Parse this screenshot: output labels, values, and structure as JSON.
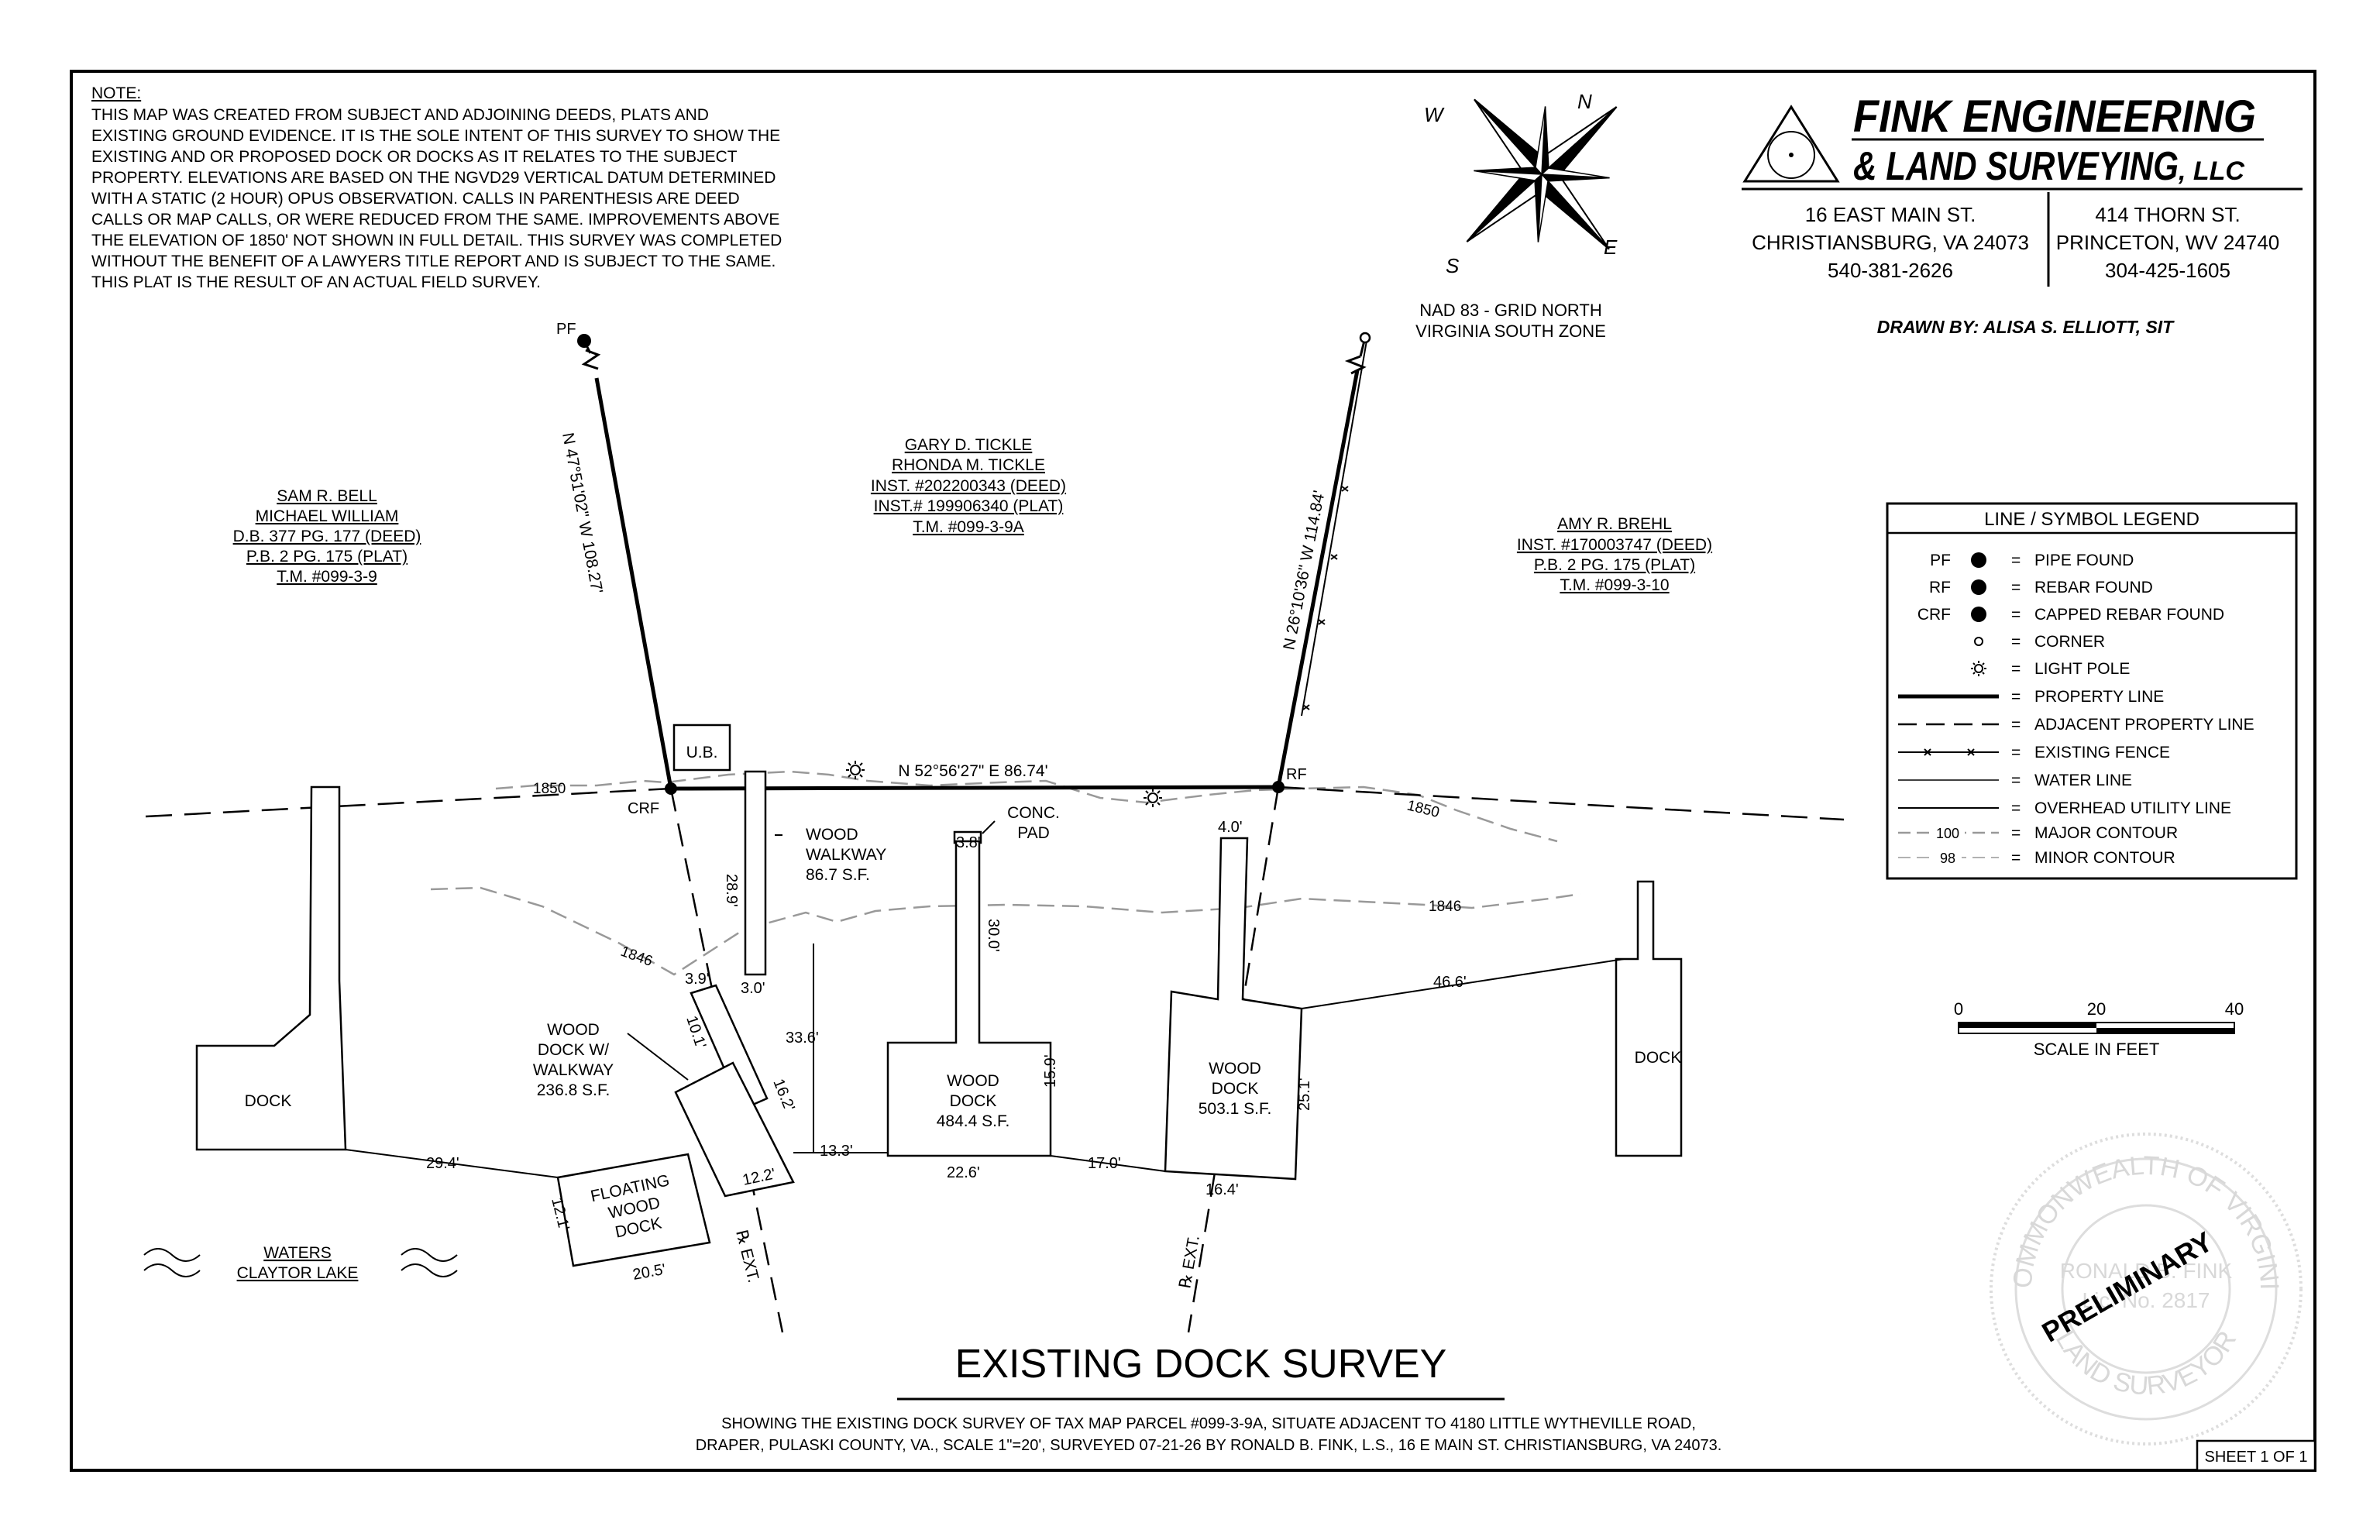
{
  "note": {
    "title": "NOTE:",
    "lines": [
      "THIS MAP WAS CREATED FROM SUBJECT AND ADJOINING DEEDS, PLATS AND",
      "EXISTING GROUND EVIDENCE. IT IS THE SOLE INTENT OF THIS SURVEY TO SHOW THE",
      "EXISTING AND OR PROPOSED DOCK OR DOCKS AS IT RELATES TO THE SUBJECT",
      "PROPERTY. ELEVATIONS ARE BASED ON THE NGVD29 VERTICAL DATUM DETERMINED",
      "WITH A STATIC (2 HOUR) OPUS OBSERVATION. CALLS IN PARENTHESIS ARE DEED",
      "CALLS OR MAP CALLS, OR WERE REDUCED FROM THE SAME. IMPROVEMENTS ABOVE",
      "THE ELEVATION OF 1850' NOT SHOWN IN FULL DETAIL. THIS SURVEY WAS COMPLETED",
      "WITHOUT THE BENEFIT OF A LAWYERS TITLE REPORT AND IS SUBJECT TO THE SAME.",
      "THIS PLAT IS THE RESULT OF AN ACTUAL FIELD SURVEY."
    ]
  },
  "compass": {
    "n": "N",
    "s": "S",
    "e": "E",
    "w": "W",
    "caption": [
      "NAD 83 - GRID NORTH",
      "VIRGINIA SOUTH ZONE"
    ]
  },
  "firm": {
    "name1": "FINK ENGINEERING",
    "name2": "& LAND SURVEYING",
    "suffix": ", LLC",
    "office1": [
      "16 EAST MAIN ST.",
      "CHRISTIANSBURG, VA 24073",
      "540-381-2626"
    ],
    "office2": [
      "414 THORN ST.",
      "PRINCETON, WV 24740",
      "304-425-1605"
    ],
    "drawn_by": "DRAWN BY: ALISA S. ELLIOTT, SIT"
  },
  "owners": {
    "bell": [
      "SAM R. BELL",
      "MICHAEL WILLIAM",
      "D.B. 377 PG. 177 (DEED)",
      "P.B. 2 PG. 175 (PLAT)",
      "T.M. #099-3-9"
    ],
    "tickle": [
      "GARY D. TICKLE",
      "RHONDA M. TICKLE",
      "INST. #202200343 (DEED)",
      "INST.# 199906340 (PLAT)",
      "T.M. #099-3-9A"
    ],
    "brehl": [
      "AMY R. BREHL",
      "INST. #170003747 (DEED)",
      "P.B. 2 PG. 175 (PLAT)",
      "T.M. #099-3-10"
    ]
  },
  "survey": {
    "west_call": "N 47°51'02\" W   108.27'",
    "east_call": "N 26°10'36\" W   114.84'",
    "front_call": "N 52°56'27\" E   86.74'",
    "pf": "PF",
    "crf": "CRF",
    "rf": "RF",
    "ub": "U.B.",
    "contour_1850": "1850",
    "contour_1846": "1846",
    "conc_pad": [
      "CONC.",
      "PAD"
    ],
    "walkway": [
      "WOOD",
      "WALKWAY",
      "86.7 S.F."
    ],
    "dock_walkway": [
      "WOOD",
      "DOCK W/",
      "WALKWAY",
      "236.8 S.F."
    ],
    "floating": [
      "FLOATING",
      "WOOD",
      "DOCK"
    ],
    "dock_484": [
      "WOOD",
      "DOCK",
      "484.4 S.F."
    ],
    "dock_503": [
      "WOOD",
      "DOCK",
      "503.1 S.F."
    ],
    "dock_label": "DOCK",
    "ext_label": "℞ EXT.",
    "dims": {
      "d289": "28.9'",
      "d30a": "3.0'",
      "d39": "3.9'",
      "d101": "10.1'",
      "d162": "16.2'",
      "d336": "33.6'",
      "d133": "13.3'",
      "d122": "12.2'",
      "d205": "20.5'",
      "d121": "12.1'",
      "d294": "29.4'",
      "d38": "3.8'",
      "d300": "30.0'",
      "d159": "15.9'",
      "d226": "22.6'",
      "d170": "17.0'",
      "d40": "4.0'",
      "d251": "25.1'",
      "d164": "16.4'",
      "d466": "46.6'"
    },
    "waters": [
      "WATERS",
      "CLAYTOR LAKE"
    ]
  },
  "legend": {
    "title": "LINE / SYMBOL LEGEND",
    "items": [
      {
        "abbr": "PF",
        "text": "PIPE FOUND"
      },
      {
        "abbr": "RF",
        "text": "REBAR FOUND"
      },
      {
        "abbr": "CRF",
        "text": "CAPPED REBAR FOUND"
      },
      {
        "abbr": "",
        "text": "CORNER"
      },
      {
        "abbr": "",
        "text": "LIGHT POLE"
      },
      {
        "abbr": "",
        "text": "PROPERTY LINE"
      },
      {
        "abbr": "",
        "text": "ADJACENT PROPERTY LINE"
      },
      {
        "abbr": "",
        "text": "EXISTING FENCE"
      },
      {
        "abbr": "",
        "text": "WATER LINE"
      },
      {
        "abbr": "",
        "text": "OVERHEAD UTILITY LINE"
      },
      {
        "abbr": "",
        "text": "MAJOR CONTOUR"
      },
      {
        "abbr": "",
        "text": "MINOR CONTOUR"
      }
    ],
    "eq": "=",
    "major_num": "100",
    "minor_num": "98"
  },
  "scale": {
    "t0": "0",
    "t20": "20",
    "t40": "40",
    "label": "SCALE IN FEET"
  },
  "seal": {
    "ring_top": "COMMONWEALTH OF VIRGINIA",
    "ring_bottom": "LAND SURVEYOR",
    "name": "RONALD B. FINK",
    "lic": "Lic. No. 2817",
    "stamp": "PRELIMINARY"
  },
  "title": {
    "main": "EXISTING DOCK SURVEY",
    "sub1": "SHOWING THE EXISTING DOCK SURVEY OF TAX MAP PARCEL #099-3-9A, SITUATE ADJACENT TO 4180 LITTLE WYTHEVILLE ROAD,",
    "sub2": "DRAPER, PULASKI COUNTY, VA., SCALE 1\"=20', SURVEYED 07-21-26 BY RONALD B. FINK, L.S., 16 E MAIN ST. CHRISTIANSBURG, VA 24073."
  },
  "sheet": "SHEET 1 OF 1"
}
